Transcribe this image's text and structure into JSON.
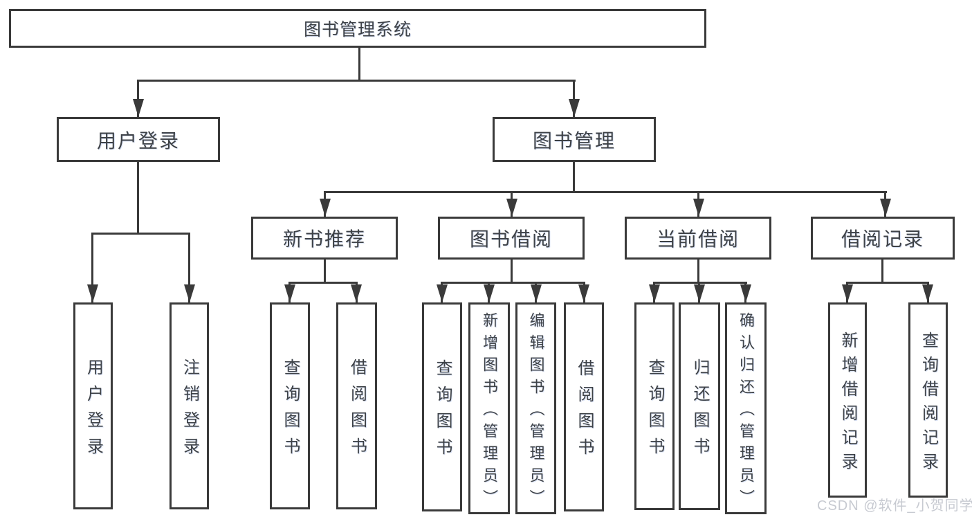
{
  "diagram": {
    "title": "图书管理系统",
    "type": "hierarchy-tree",
    "colors": {
      "line": "#3a3a3a",
      "text": "#3e4247",
      "background": "#ffffff",
      "watermark_text": "#c7cad1"
    }
  },
  "nodes": {
    "root": "图书管理系统",
    "user_login": "用户登录",
    "book_management": "图书管理",
    "new_book_recommend": "新书推荐",
    "book_borrow": "图书借阅",
    "current_borrow": "当前借阅",
    "borrow_records": "借阅记录",
    "leaf_user_login": "用户登录",
    "leaf_logout": "注销登录",
    "nbr_query_books": "查询图书",
    "nbr_borrow_books": "借阅图书",
    "bb_query_books": "查询图书",
    "bb_add_books": "新增图书（管理员）",
    "bb_edit_books": "编辑图书（管理员）",
    "bb_borrow_books": "借阅图书",
    "cb_query_books": "查询图书",
    "cb_return_books": "归还图书",
    "cb_confirm_return": "确认归还（管理员）",
    "br_add_record": "新增借阅记录",
    "br_query_record": "查询借阅记录"
  },
  "hierarchy": {
    "图书管理系统": {
      "用户登录": [
        "用户登录",
        "注销登录"
      ],
      "图书管理": {
        "新书推荐": [
          "查询图书",
          "借阅图书"
        ],
        "图书借阅": [
          "查询图书",
          "新增图书（管理员）",
          "编辑图书（管理员）",
          "借阅图书"
        ],
        "当前借阅": [
          "查询图书",
          "归还图书",
          "确认归还（管理员）"
        ],
        "借阅记录": [
          "新增借阅记录",
          "查询借阅记录"
        ]
      }
    }
  },
  "watermark": "CSDN @软件_小贺同学"
}
